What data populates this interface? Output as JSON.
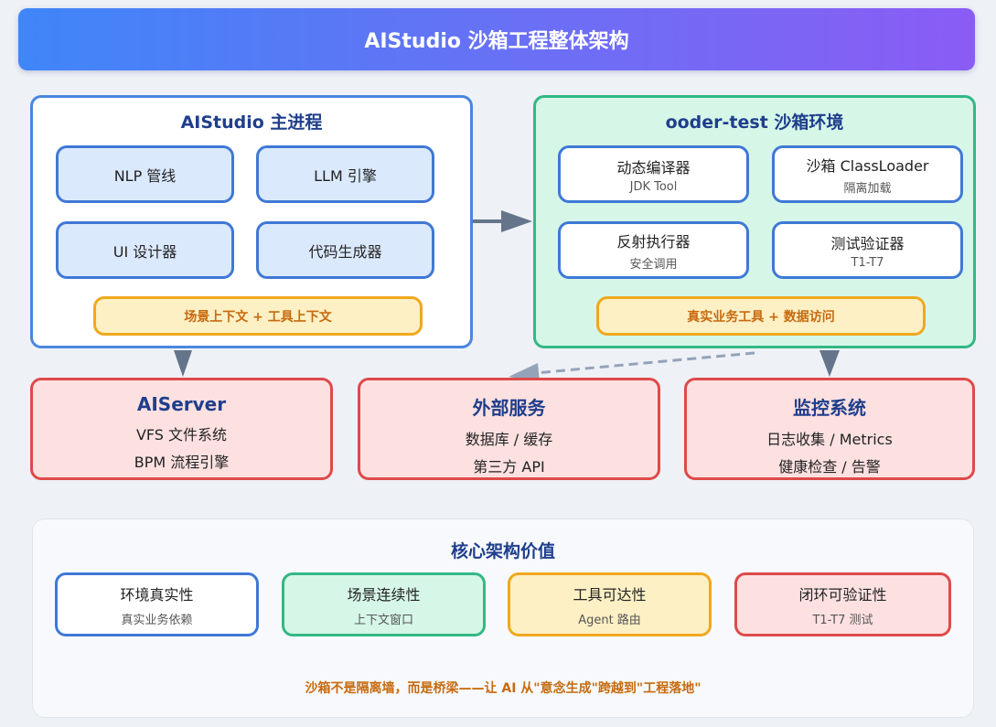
{
  "header": {
    "title": "AIStudio 沙箱工程整体架构"
  },
  "main_process": {
    "title": "AIStudio 主进程",
    "modules": [
      "NLP 管线",
      "LLM 引擎",
      "UI 设计器",
      "代码生成器"
    ],
    "context_label": "场景上下文 + 工具上下文"
  },
  "sandbox": {
    "title": "ooder-test 沙箱环境",
    "modules": [
      {
        "name": "动态编译器",
        "detail": "JDK Tool"
      },
      {
        "name": "沙箱 ClassLoader",
        "detail": "隔离加载"
      },
      {
        "name": "反射执行器",
        "detail": "安全调用"
      },
      {
        "name": "测试验证器",
        "detail": "T1-T7"
      }
    ],
    "access_label": "真实业务工具 + 数据访问"
  },
  "services": [
    {
      "title": "AIServer",
      "lines": [
        "VFS 文件系统",
        "BPM 流程引擎"
      ]
    },
    {
      "title": "外部服务",
      "lines": [
        "数据库 / 缓存",
        "第三方 API"
      ]
    },
    {
      "title": "监控系统",
      "lines": [
        "日志收集 / Metrics",
        "健康检查 / 告警"
      ]
    }
  ],
  "core_values": {
    "title": "核心架构价值",
    "items": [
      {
        "title": "环境真实性",
        "subtitle": "真实业务依赖",
        "border": "#3f78d6",
        "bg": "#ffffff"
      },
      {
        "title": "场景连续性",
        "subtitle": "上下文窗口",
        "border": "#33b885",
        "bg": "#d6f7e8"
      },
      {
        "title": "工具可达性",
        "subtitle": "Agent 路由",
        "border": "#f0a81e",
        "bg": "#fdf0c5"
      },
      {
        "title": "闭环可验证性",
        "subtitle": "T1-T7 测试",
        "border": "#de4a4a",
        "bg": "#fde1e1"
      }
    ],
    "footer": "沙箱不是隔离墙，而是桥梁——让 AI 从\"意念生成\"跨越到\"工程落地\""
  },
  "colors": {
    "accent_blue": "#3f78d6",
    "accent_green": "#33b885",
    "accent_orange": "#f0a81e",
    "accent_red": "#de4a4a",
    "title_navy": "#1f3e8c",
    "arrow_gray": "#64748b"
  }
}
